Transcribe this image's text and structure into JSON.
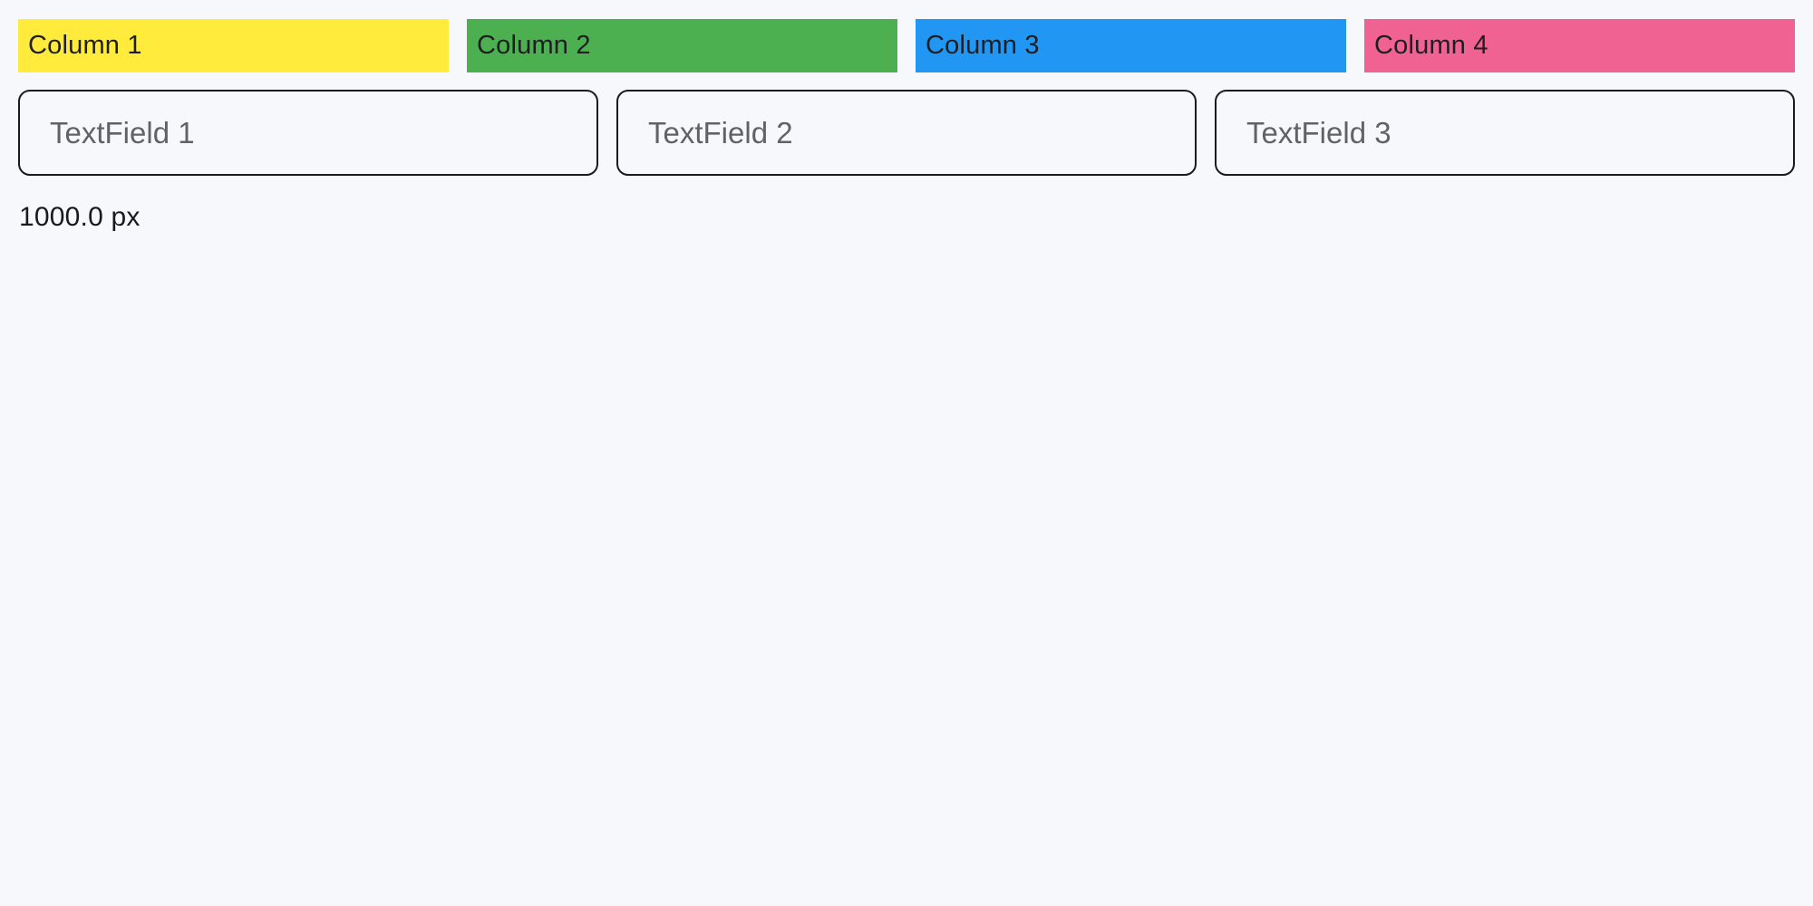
{
  "page": {
    "background": "#f7f8fc",
    "width_label": "1000.0 px"
  },
  "columns": [
    {
      "label": "Column 1",
      "color": "#ffeb3b"
    },
    {
      "label": "Column 2",
      "color": "#4caf50"
    },
    {
      "label": "Column 3",
      "color": "#2196f3"
    },
    {
      "label": "Column 4",
      "color": "#f06292"
    }
  ],
  "textfields": [
    {
      "placeholder": "TextField 1",
      "value": ""
    },
    {
      "placeholder": "TextField 2",
      "value": ""
    },
    {
      "placeholder": "TextField 3",
      "value": ""
    }
  ],
  "colors": {
    "text_dark": "#1f1f23",
    "field_border": "#1b1b1f",
    "placeholder_gray": "#5f6368"
  }
}
